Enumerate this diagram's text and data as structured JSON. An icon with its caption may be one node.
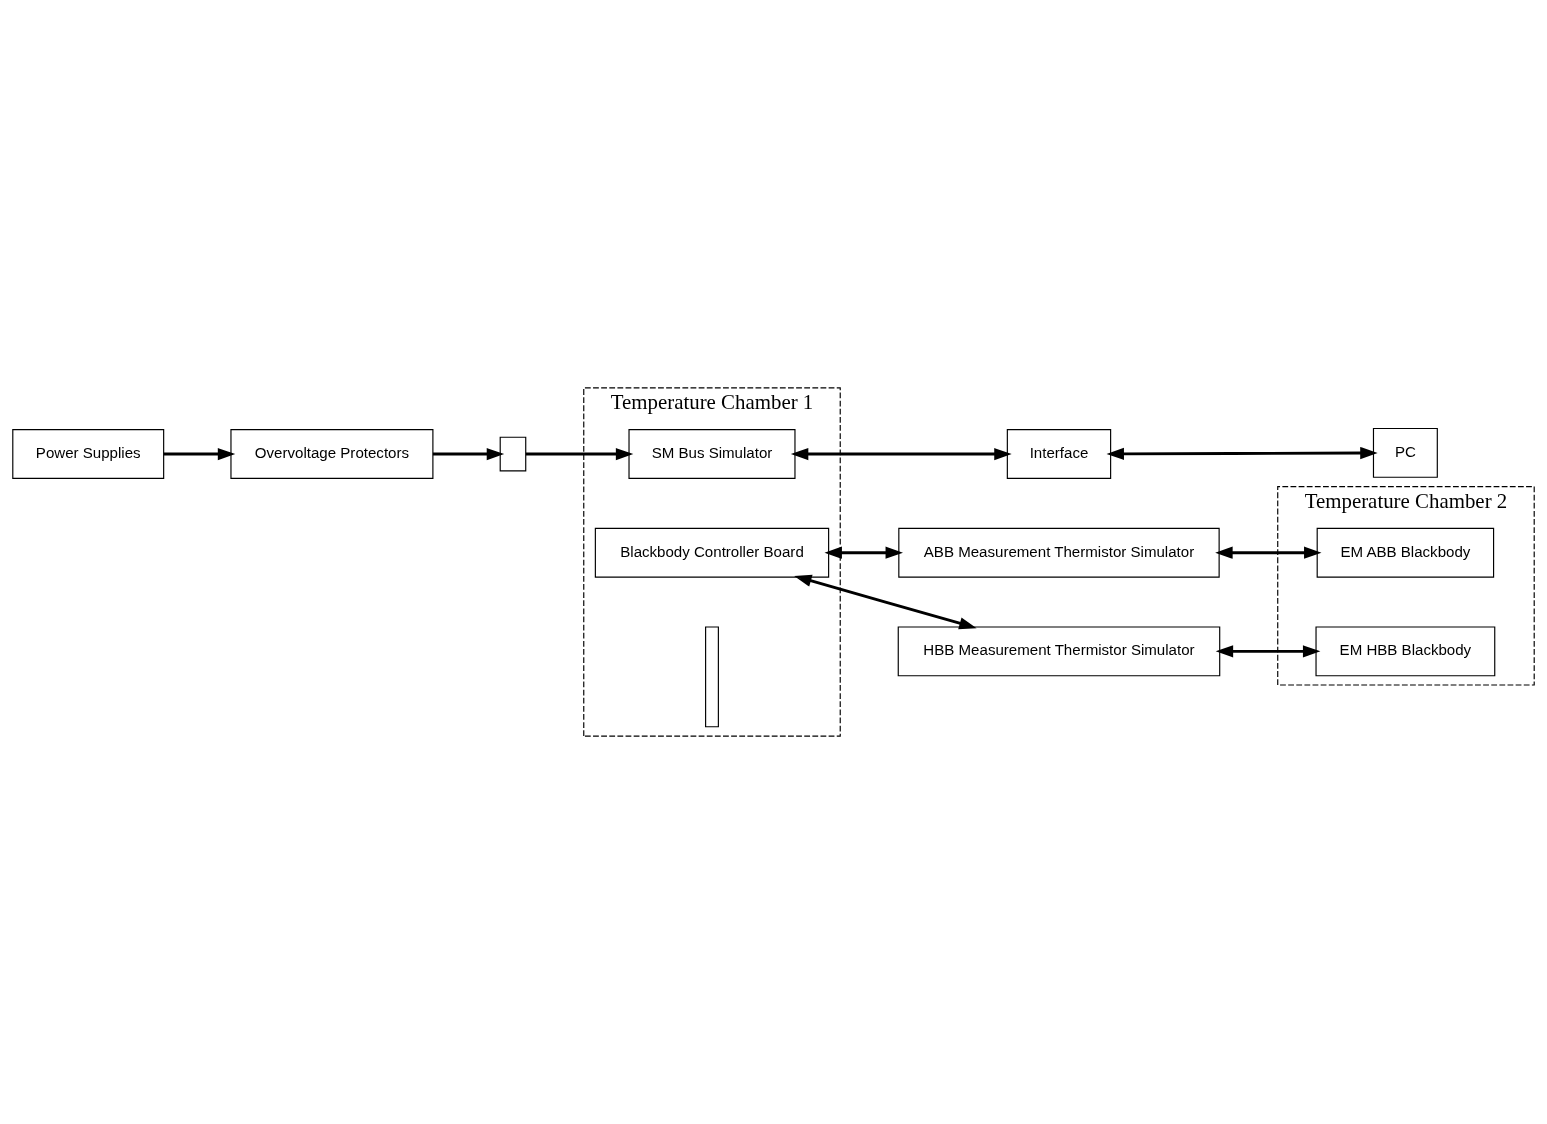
{
  "diagram": {
    "nodes": [
      {
        "text": [
          "Power Supplies"
        ]
      },
      {
        "text": [
          "Overvoltage Protectors"
        ]
      },
      {
        "text": [],
        "shape": "box"
      },
      {
        "text": [
          "Temperature Chamber 1"
        ]
      },
      {
        "text": [
          "SM Bus Simulator"
        ],
        "in": 3
      },
      {
        "text": [
          "Blackbody Controller Board"
        ],
        "in": 3
      },
      {
        "text": [],
        "shape": "bar",
        "in": 3
      },
      {
        "text": [
          "Temperature Chamber 2"
        ]
      },
      {
        "text": [
          "ABB Measurement Thermistor Simulator"
        ]
      },
      {
        "text": [
          "HBB Measurement Thermistor Simulator"
        ]
      },
      {
        "text": [
          "EM ABB Blackbody"
        ],
        "in": 7
      },
      {
        "text": [
          "EM HBB Blackbody"
        ],
        "in": 7
      },
      {
        "text": [
          "Interface"
        ]
      },
      {
        "text": [
          "PC"
        ]
      }
    ],
    "edges": [
      {
        "from": 0,
        "to": 1,
        "arrow": "to"
      },
      {
        "from": 1,
        "to": 2,
        "arrow": "to"
      },
      {
        "from": 2,
        "to": 4,
        "arrow": "to"
      },
      {
        "from": 5,
        "to": 8,
        "arrow": "both"
      },
      {
        "from": 5,
        "to": 9,
        "arrow": "both"
      },
      {
        "from": 8,
        "to": 10,
        "arrow": "both"
      },
      {
        "from": 9,
        "to": 11,
        "arrow": "both"
      },
      {
        "from": 4,
        "to": 12,
        "arrow": "both"
      },
      {
        "from": 12,
        "to": 13,
        "arrow": "both"
      }
    ]
  }
}
